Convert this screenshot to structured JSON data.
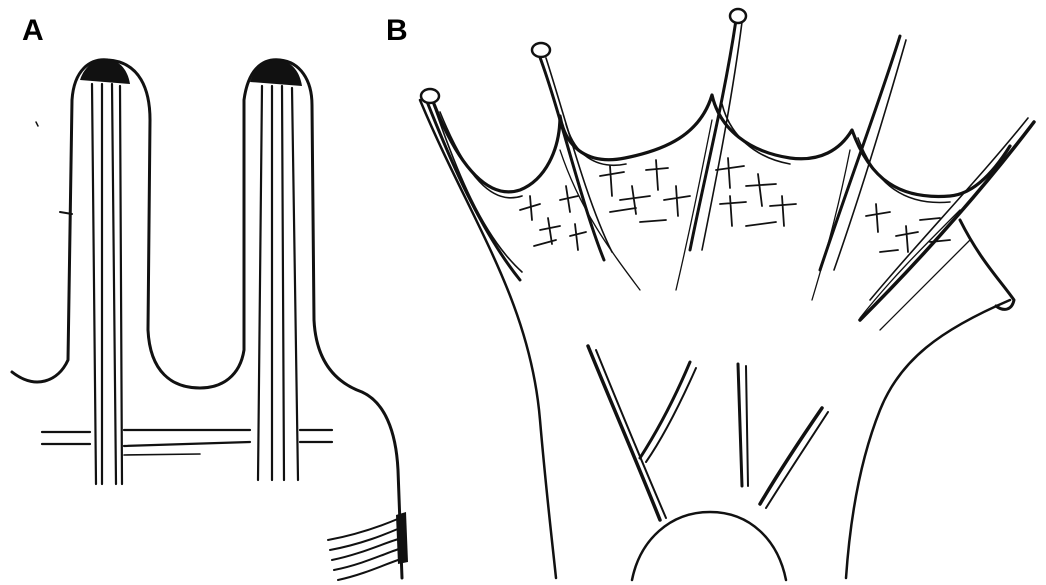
{
  "figure": {
    "panels": [
      {
        "id": "A",
        "label": "A"
      },
      {
        "id": "B",
        "label": "B"
      }
    ],
    "colors": {
      "ink": "#111111",
      "background": "#ffffff"
    }
  }
}
